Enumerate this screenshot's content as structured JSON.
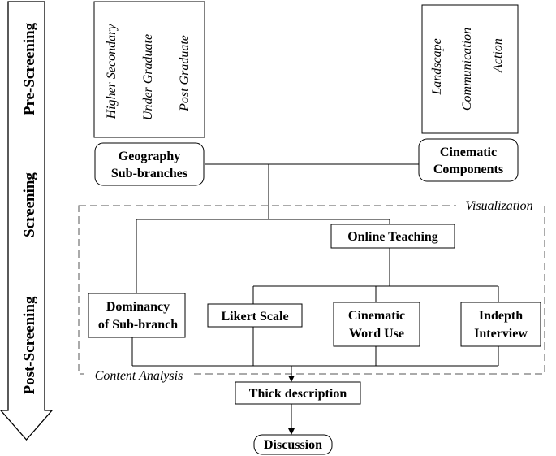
{
  "stages": {
    "pre": "Pre-Screening",
    "screening": "Screening",
    "post": "Post-Screening"
  },
  "education_levels": [
    "Higher Secondary",
    "Under Graduate",
    "Post Graduate"
  ],
  "cinematic_types": [
    "Landscape",
    "Communication",
    "Action"
  ],
  "geography": {
    "line1": "Geography",
    "line2": "Sub-branches"
  },
  "cinematic_components": {
    "line1": "Cinematic",
    "line2": "Components"
  },
  "visualization_label": "Visualization",
  "content_analysis_label": "Content Analysis",
  "online_teaching": "Online Teaching",
  "dominancy": {
    "line1": "Dominancy",
    "line2": "of Sub-branch"
  },
  "likert": "Likert Scale",
  "cinematic_word": {
    "line1": "Cinematic",
    "line2": "Word Use"
  },
  "indepth": {
    "line1": "Indepth",
    "line2": "Interview"
  },
  "thick_description": "Thick description",
  "discussion": "Discussion"
}
